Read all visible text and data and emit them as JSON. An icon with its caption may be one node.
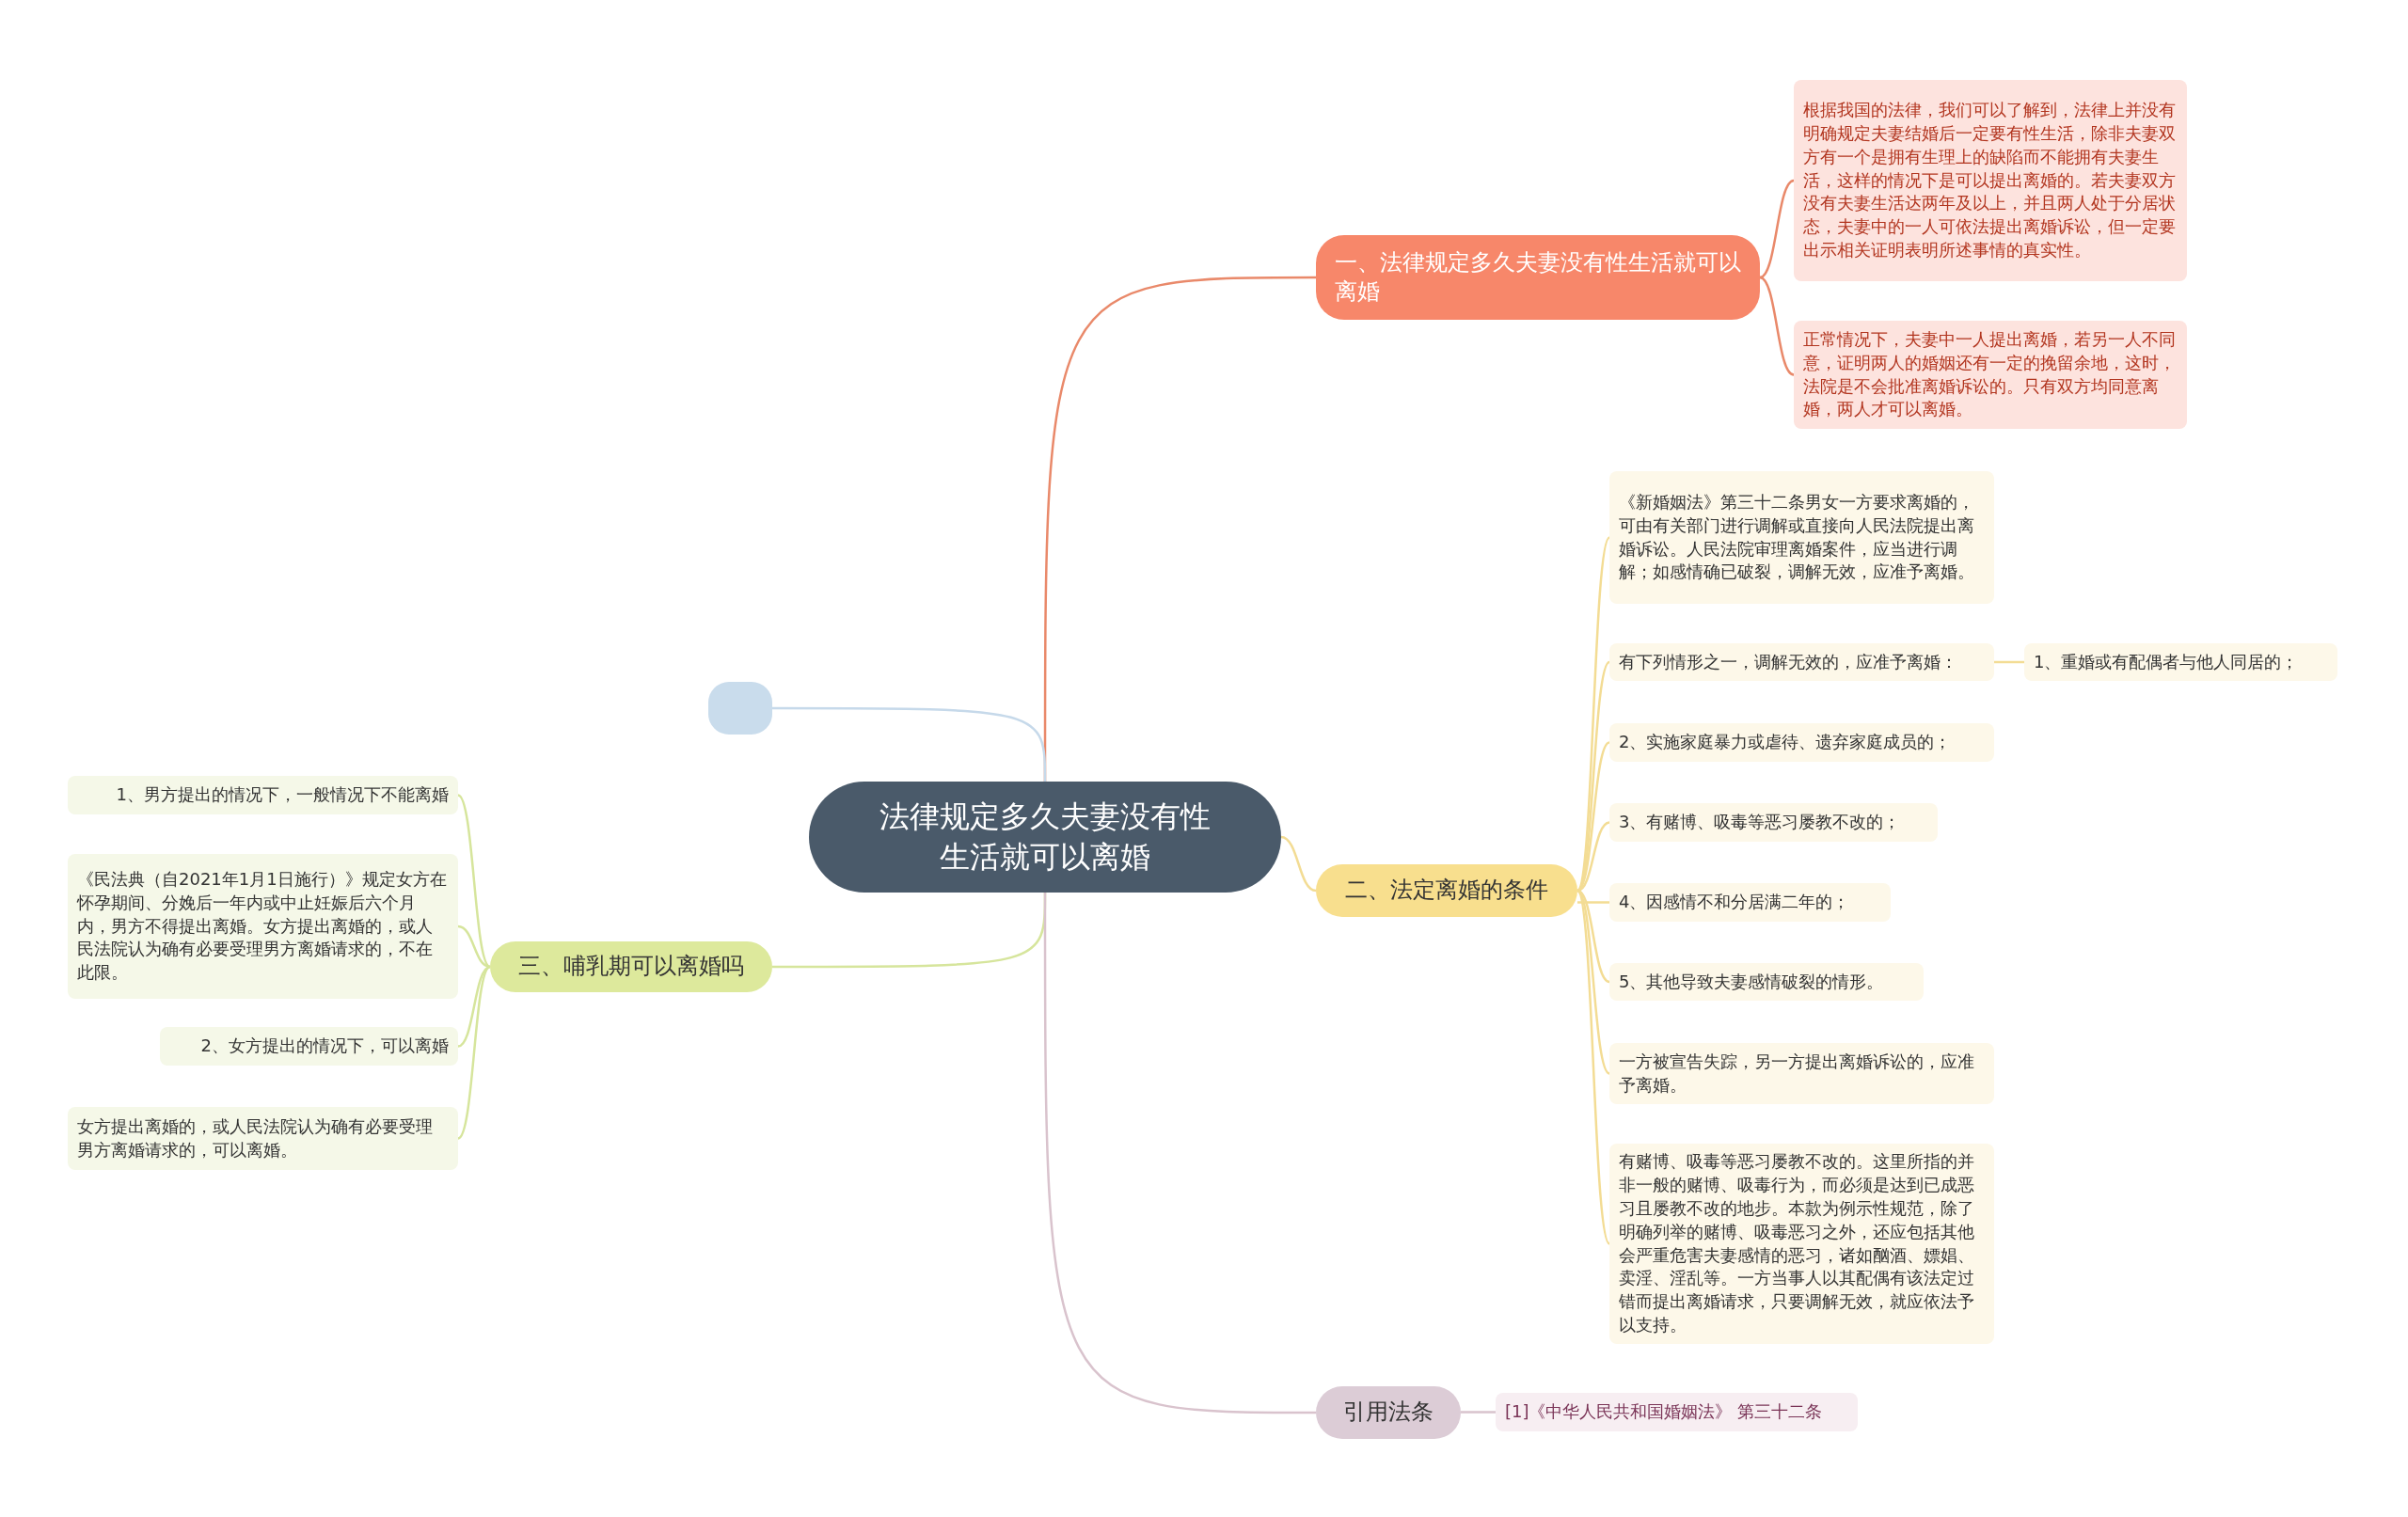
{
  "diagram": {
    "nodes": [
      {
        "text": [
          "法律规定多久夫妻没有性生活就可以离婚"
        ]
      },
      {
        "text": [
          "一、法律规定多久夫妻没有性生活就可以离婚"
        ]
      },
      {
        "text": [
          "根据我国的法律，我们可以了解到，法律上并没有明确规定夫妻结婚后一定要有性生活，除非夫妻双方有一个是拥有生理上的缺陷而不能拥有夫妻生活，这样的情况下是可以提出离婚的。若夫妻双方没有夫妻生活达两年及以上，并且两人处于分居状态，夫妻中的一人可依法提出离婚诉讼，但一定要出示相关证明表明所述事情的真实性。"
        ]
      },
      {
        "text": [
          "正常情况下，夫妻中一人提出离婚，若另一人不同意，证明两人的婚姻还有一定的挽留余地，这时，法院是不会批准离婚诉讼的。只有双方均同意离婚，两人才可以离婚。"
        ]
      },
      {
        "text": [
          "二、法定离婚的条件"
        ]
      },
      {
        "text": [
          "《新婚姻法》第三十二条男女一方要求离婚的，可由有关部门进行调解或直接向人民法院提出离婚诉讼。人民法院审理离婚案件，应当进行调解；如感情确已破裂，调解无效，应准予离婚。"
        ]
      },
      {
        "text": [
          "有下列情形之一，调解无效的，应准予离婚："
        ]
      },
      {
        "text": [
          "1、重婚或有配偶者与他人同居的；"
        ]
      },
      {
        "text": [
          "2、实施家庭暴力或虐待、遗弃家庭成员的；"
        ]
      },
      {
        "text": [
          "3、有赌博、吸毒等恶习屡教不改的；"
        ]
      },
      {
        "text": [
          "4、因感情不和分居满二年的；"
        ]
      },
      {
        "text": [
          "5、其他导致夫妻感情破裂的情形。"
        ]
      },
      {
        "text": [
          "一方被宣告失踪，另一方提出离婚诉讼的，应准予离婚。"
        ]
      },
      {
        "text": [
          "有赌博、吸毒等恶习屡教不改的。这里所指的并非一般的赌博、吸毒行为，而必须是达到已成恶习且屡教不改的地步。本款为例示性规范，除了明确列举的赌博、吸毒恶习之外，还应包括其他会严重危害夫妻感情的恶习，诸如酗酒、嫖娼、卖淫、淫乱等。一方当事人以其配偶有该法定过错而提出离婚请求，只要调解无效，就应依法予以支持。"
        ]
      },
      {
        "text": [],
        "shape": "box"
      },
      {
        "text": [
          "三、哺乳期可以离婚吗"
        ]
      },
      {
        "text": [
          "1、男方提出的情况下，一般情况下不能离婚"
        ]
      },
      {
        "text": [
          "《民法典（自2021年1月1日施行）》规定女方在怀孕期间、分娩后一年内或中止妊娠后六个月内，男方不得提出离婚。女方提出离婚的，或人民法院认为确有必要受理男方离婚请求的，不在此限。"
        ]
      },
      {
        "text": [
          "2、女方提出的情况下，可以离婚"
        ]
      },
      {
        "text": [
          "女方提出离婚的，或人民法院认为确有必要受理男方离婚请求的，可以离婚。"
        ]
      },
      {
        "text": [
          "引用法条"
        ]
      },
      {
        "text": [
          "[1]《中华人民共和国婚姻法》 第三十二条"
        ]
      }
    ],
    "edges": [
      {
        "from": 0,
        "to": 1,
        "arrow": "none",
        "color": "#e9896a"
      },
      {
        "from": 1,
        "to": 2,
        "arrow": "none",
        "color": "#e9896a"
      },
      {
        "from": 1,
        "to": 3,
        "arrow": "none",
        "color": "#e9896a"
      },
      {
        "from": 0,
        "to": 4,
        "arrow": "none"
      },
      {
        "from": 4,
        "to": 5,
        "arrow": "none"
      },
      {
        "from": 4,
        "to": 6,
        "arrow": "none"
      },
      {
        "from": 6,
        "to": 7,
        "arrow": "none"
      },
      {
        "from": 4,
        "to": 8,
        "arrow": "none"
      },
      {
        "from": 4,
        "to": 9,
        "arrow": "none"
      },
      {
        "from": 4,
        "to": 10,
        "arrow": "none"
      },
      {
        "from": 4,
        "to": 11,
        "arrow": "none"
      },
      {
        "from": 4,
        "to": 12,
        "arrow": "none"
      },
      {
        "from": 4,
        "to": 13,
        "arrow": "none"
      },
      {
        "from": 0,
        "to": 14,
        "arrow": "none",
        "color": "#c6d9ea"
      },
      {
        "from": 0,
        "to": 15,
        "arrow": "none",
        "color": "#d6e59c"
      },
      {
        "from": 15,
        "to": 16,
        "arrow": "none",
        "color": "#d6e59c"
      },
      {
        "from": 15,
        "to": 17,
        "arrow": "none",
        "color": "#d6e59c"
      },
      {
        "from": 15,
        "to": 18,
        "arrow": "none",
        "color": "#d6e59c"
      },
      {
        "from": 15,
        "to": 19,
        "arrow": "none",
        "color": "#d6e59c"
      },
      {
        "from": 0,
        "to": 20,
        "arrow": "none",
        "color": "#d9c3cd"
      },
      {
        "from": 20,
        "to": 21,
        "arrow": "none",
        "color": "#d9c3cd"
      }
    ]
  }
}
